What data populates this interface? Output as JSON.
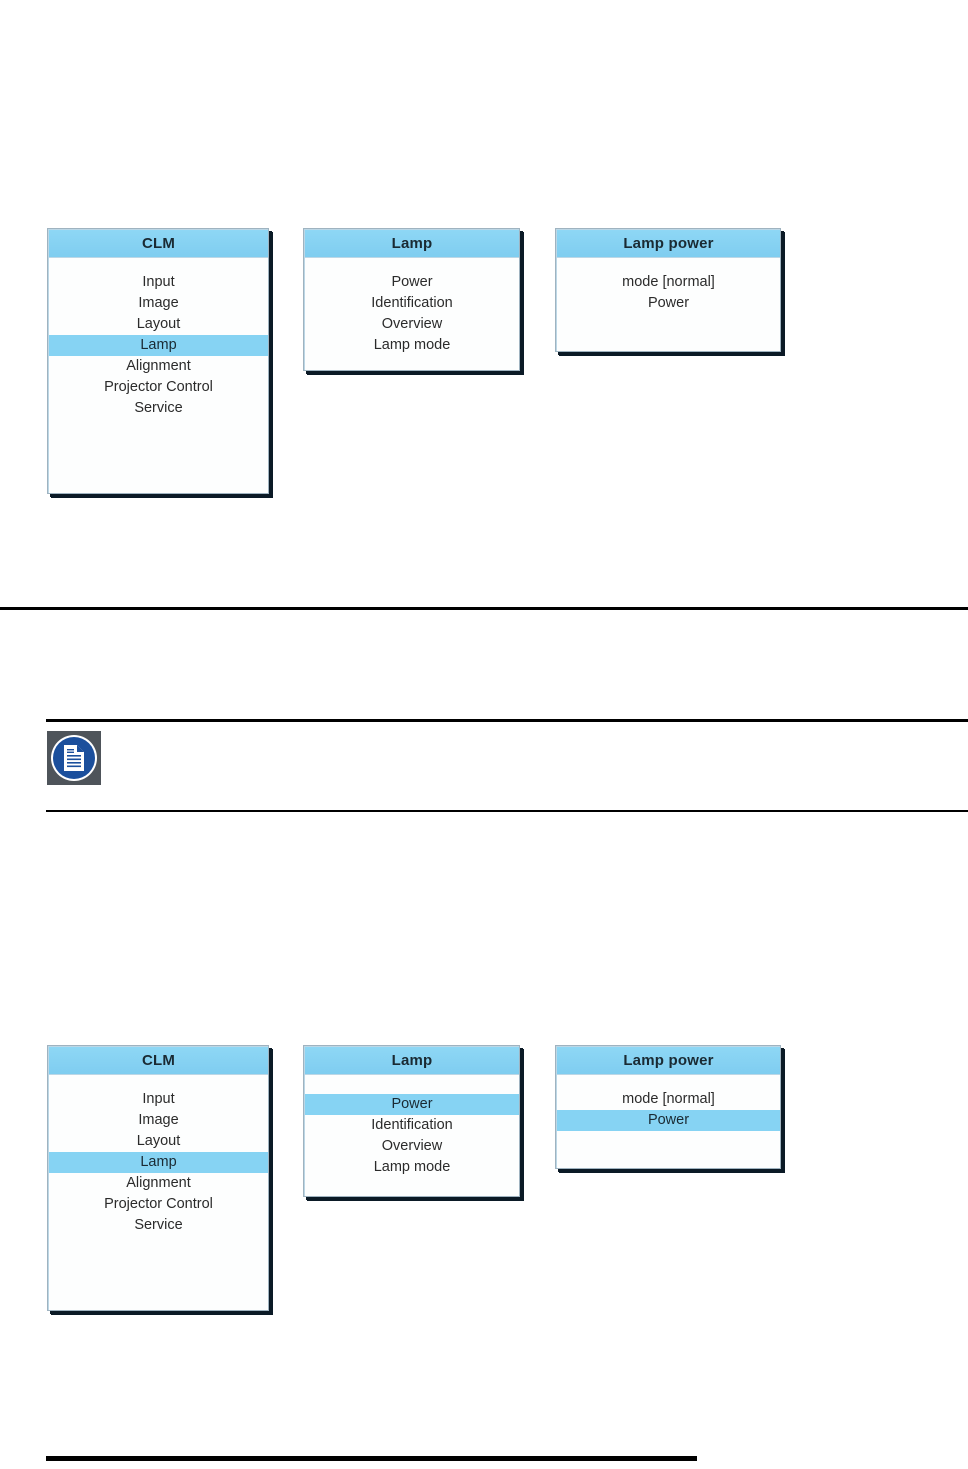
{
  "document": {
    "note_icon_name": "note-document-icon",
    "accent_blue": "#86d3f3",
    "panel_border": "#9fb3c0",
    "panel_shadow": "#0b1a26",
    "icon_box_color": "#4e545a",
    "icon_circle_color": "#1b4f9c",
    "rule_color": "#000000"
  },
  "figure_top": {
    "name": "osd-navigation-figure-top",
    "panels": [
      {
        "title": "CLM",
        "rows": [
          {
            "label": "Input",
            "selected": false
          },
          {
            "label": "Image",
            "selected": false
          },
          {
            "label": "Layout",
            "selected": false
          },
          {
            "label": "Lamp",
            "selected": true
          },
          {
            "label": "Alignment",
            "selected": false
          },
          {
            "label": "Projector Control",
            "selected": false
          },
          {
            "label": "Service",
            "selected": false
          }
        ]
      },
      {
        "title": "Lamp",
        "rows": [
          {
            "label": "Power",
            "selected": false
          },
          {
            "label": "Identification",
            "selected": false
          },
          {
            "label": "Overview",
            "selected": false
          },
          {
            "label": "Lamp mode",
            "selected": false
          }
        ]
      },
      {
        "title": "Lamp power",
        "rows": [
          {
            "label": "mode [normal]",
            "selected": false
          },
          {
            "label": "Power",
            "selected": false
          }
        ]
      }
    ]
  },
  "figure_bottom": {
    "name": "osd-navigation-figure-bottom",
    "panels": [
      {
        "title": "CLM",
        "rows": [
          {
            "label": "Input",
            "selected": false
          },
          {
            "label": "Image",
            "selected": false
          },
          {
            "label": "Layout",
            "selected": false
          },
          {
            "label": "Lamp",
            "selected": true
          },
          {
            "label": "Alignment",
            "selected": false
          },
          {
            "label": "Projector Control",
            "selected": false
          },
          {
            "label": "Service",
            "selected": false
          }
        ]
      },
      {
        "title": "Lamp",
        "rows": [
          {
            "label": "Power",
            "selected": true
          },
          {
            "label": "Identification",
            "selected": false
          },
          {
            "label": "Overview",
            "selected": false
          },
          {
            "label": "Lamp mode",
            "selected": false
          }
        ]
      },
      {
        "title": "Lamp power",
        "rows": [
          {
            "label": "mode [normal]",
            "selected": false
          },
          {
            "label": "Power",
            "selected": true
          }
        ]
      }
    ]
  }
}
